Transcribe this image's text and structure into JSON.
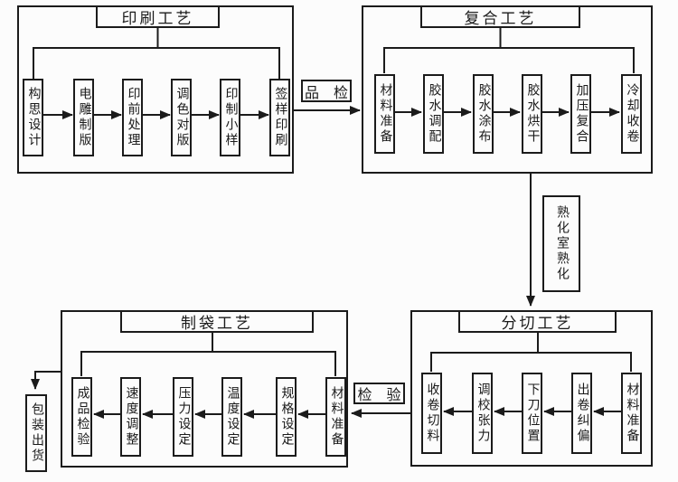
{
  "colors": {
    "background": "#fcfcfc",
    "line": "#1b1b1b"
  },
  "sections": {
    "printing": {
      "title": "印刷工艺",
      "steps": [
        "构思设计",
        "电雕制版",
        "印前处理",
        "调色对版",
        "印制小样",
        "签样印刷"
      ]
    },
    "laminating": {
      "title": "复合工艺",
      "steps": [
        "材料准备",
        "胶水调配",
        "胶水涂布",
        "胶水烘干",
        "加压复合",
        "冷却收卷"
      ]
    },
    "slitting": {
      "title": "分切工艺",
      "steps": [
        "收卷切料",
        "调校张力",
        "下刀位置",
        "出卷纠偏",
        "材料准备"
      ]
    },
    "bagmaking": {
      "title": "制袋工艺",
      "steps": [
        "成品检验",
        "速度调整",
        "压力设定",
        "温度设定",
        "规格设定",
        "材料准备"
      ]
    }
  },
  "connectors": {
    "quality_check": "品　检",
    "curing": "熟化室熟化",
    "inspection": "检　验",
    "packaging": "包装出货"
  }
}
